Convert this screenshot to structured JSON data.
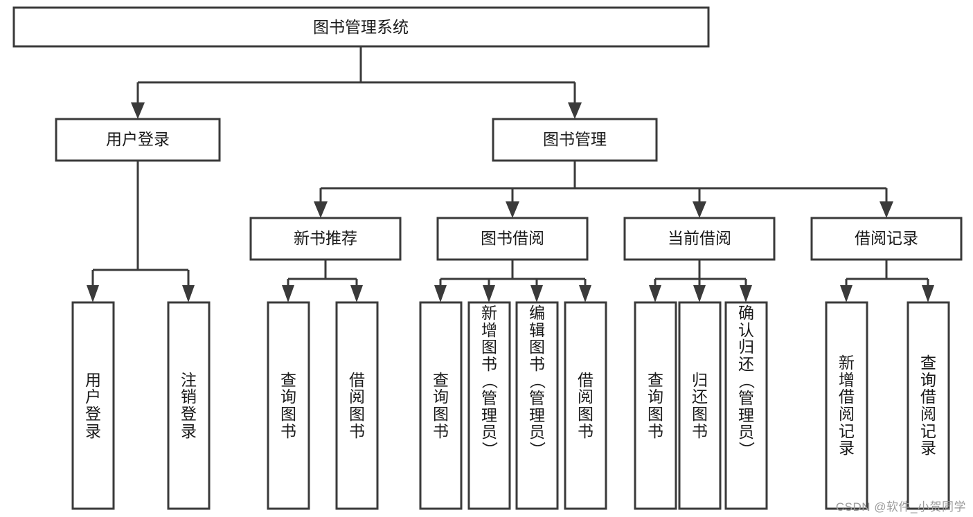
{
  "diagram": {
    "title_node": {
      "label": "图书管理系统"
    },
    "level2": [
      {
        "id": "user-login",
        "label": "用户登录"
      },
      {
        "id": "book-manage",
        "label": "图书管理"
      }
    ],
    "level3": [
      {
        "id": "new-book-recommend",
        "label": "新书推荐"
      },
      {
        "id": "book-borrow",
        "label": "图书借阅"
      },
      {
        "id": "current-borrow",
        "label": "当前借阅"
      },
      {
        "id": "borrow-record",
        "label": "借阅记录"
      }
    ],
    "leaves": [
      {
        "id": "leaf-user-login",
        "label": "用户登录",
        "parent": "user-login"
      },
      {
        "id": "leaf-logout-login",
        "label": "注销登录",
        "parent": "user-login"
      },
      {
        "id": "leaf-query-book-1",
        "label": "查询图书",
        "parent": "new-book-recommend"
      },
      {
        "id": "leaf-borrow-book-1",
        "label": "借阅图书",
        "parent": "new-book-recommend"
      },
      {
        "id": "leaf-query-book-2",
        "label": "查询图书",
        "parent": "book-borrow"
      },
      {
        "id": "leaf-add-book",
        "label": "新增图书（管理员）",
        "parent": "book-borrow"
      },
      {
        "id": "leaf-edit-book",
        "label": "编辑图书（管理员）",
        "parent": "book-borrow"
      },
      {
        "id": "leaf-borrow-book-2",
        "label": "借阅图书",
        "parent": "book-borrow"
      },
      {
        "id": "leaf-query-book-3",
        "label": "查询图书",
        "parent": "current-borrow"
      },
      {
        "id": "leaf-return-book",
        "label": "归还图书",
        "parent": "current-borrow"
      },
      {
        "id": "leaf-confirm-return",
        "label": "确认归还（管理员）",
        "parent": "current-borrow"
      },
      {
        "id": "leaf-add-record",
        "label": "新增借阅记录",
        "parent": "borrow-record"
      },
      {
        "id": "leaf-query-record",
        "label": "查询借阅记录",
        "parent": "borrow-record"
      }
    ],
    "watermark": "CSDN @软件_小贺同学",
    "colors": {
      "stroke": "#3a3a3a",
      "fill": "#ffffff",
      "text": "#1a1a1a",
      "watermark": "#9b9b9b",
      "background": "#ffffff"
    }
  }
}
